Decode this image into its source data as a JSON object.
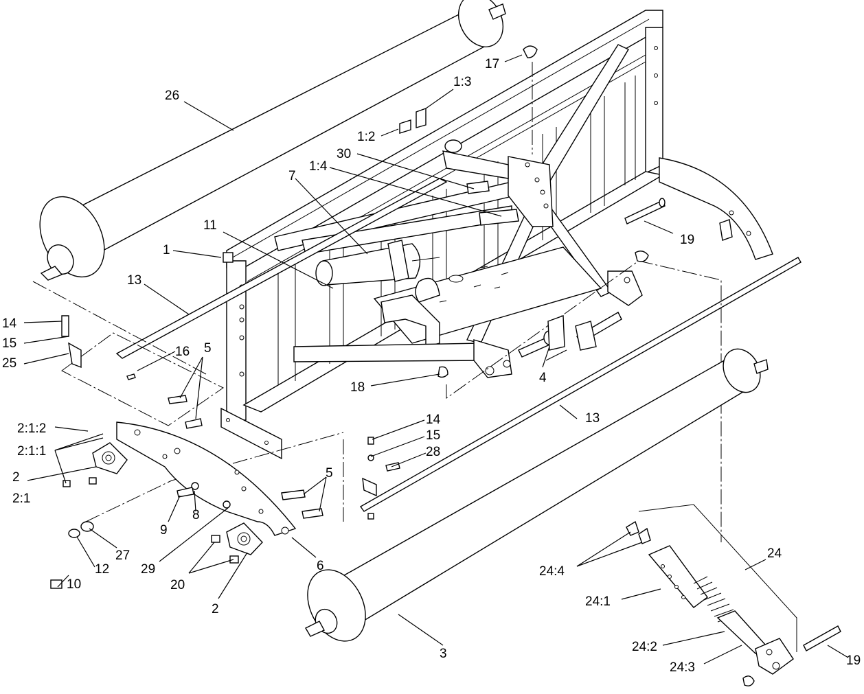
{
  "labels": {
    "l26": "26",
    "l17": "17",
    "l1_3": "1:3",
    "l1_2": "1:2",
    "l30": "30",
    "l1_4": "1:4",
    "l7": "7",
    "l11": "11",
    "l1": "1",
    "l13a": "13",
    "l19a": "19",
    "l14a": "14",
    "l15a": "15",
    "l25": "25",
    "l16": "16",
    "l5a": "5",
    "l18": "18",
    "l4": "4",
    "l2_1_2": "2:1:2",
    "l2_1_1": "2:1:1",
    "l2a": "2",
    "l2_1": "2:1",
    "l9": "9",
    "l8": "8",
    "l14b": "14",
    "l15b": "15",
    "l28": "28",
    "l13b": "13",
    "l5b": "5",
    "l27": "27",
    "l12": "12",
    "l10": "10",
    "l29": "29",
    "l6": "6",
    "l20": "20",
    "l2b": "2",
    "l3": "3",
    "l24": "24",
    "l24_4": "24:4",
    "l24_1": "24:1",
    "l24_2": "24:2",
    "l24_3": "24:3",
    "l19b": "19"
  }
}
